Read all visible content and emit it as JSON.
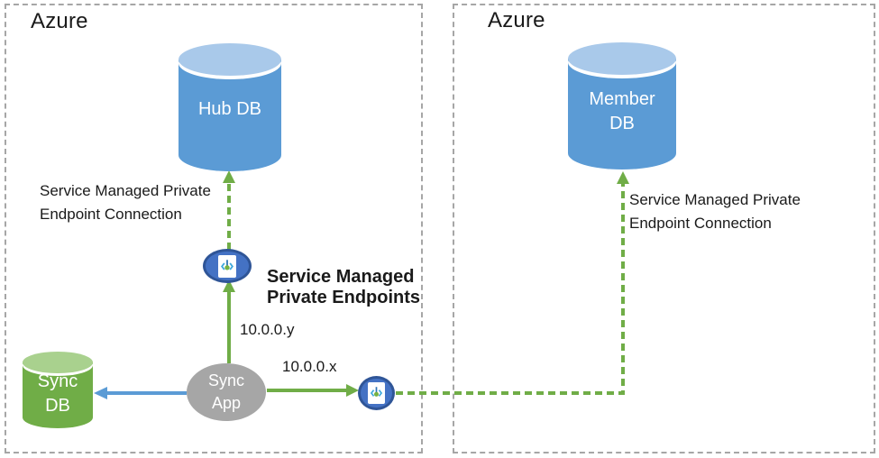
{
  "regions": {
    "left": {
      "label": "Azure"
    },
    "right": {
      "label": "Azure"
    }
  },
  "nodes": {
    "hub_db": {
      "label": "Hub DB"
    },
    "member_db": {
      "line1": "Member",
      "line2": "DB"
    },
    "sync_db": {
      "line1": "Sync",
      "line2": "DB"
    },
    "sync_app": {
      "line1": "Sync",
      "line2": "App"
    }
  },
  "labels": {
    "left_connection": {
      "line1": "Service Managed Private",
      "line2": "Endpoint Connection"
    },
    "right_connection": {
      "line1": "Service Managed Private",
      "line2": "Endpoint Connection"
    },
    "endpoints_title": {
      "line1": "Service Managed",
      "line2": "Private Endpoints"
    },
    "ip_upper": "10.0.0.y",
    "ip_right": "10.0.0.x"
  },
  "icons": {
    "private_endpoint": "private-endpoint-icon"
  },
  "colors": {
    "arrow_green": "#70ad47",
    "arrow_blue": "#5b9bd5",
    "db_blue": "#5b9bd5",
    "db_blue_top": "#a9c9ea",
    "db_green": "#70ad47",
    "db_green_top": "#a9d18e",
    "app_gray": "#a6a6a6",
    "region_border": "#a6a6a6",
    "endpoint_fill": "#4472c4",
    "endpoint_border": "#2f5597",
    "icon_bracket_blue": "#3fa9dc",
    "icon_stem_blue": "#2f75b6",
    "icon_dot_green": "#76b243",
    "text": "#1a1a1a"
  }
}
